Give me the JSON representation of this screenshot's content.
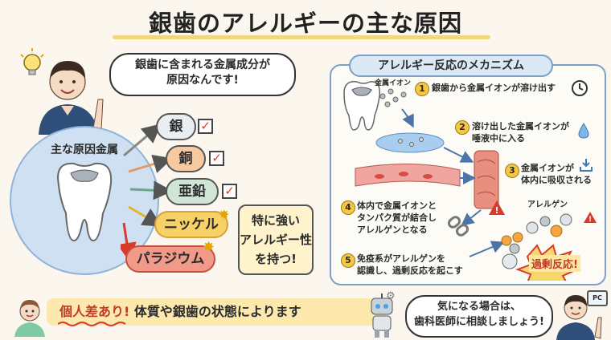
{
  "title": "銀歯のアレルギーの主な原因",
  "speech": {
    "line1": "銀歯に含まれる金属成分が",
    "line2": "原因なんです!"
  },
  "main_metals_label": "主な原因金属",
  "metals": [
    {
      "name": "銀",
      "checked": true
    },
    {
      "name": "銅",
      "checked": true
    },
    {
      "name": "亜鉛",
      "checked": true
    },
    {
      "name": "ニッケル",
      "checked": false
    },
    {
      "name": "パラジウム",
      "checked": false
    }
  ],
  "strong": {
    "line1": "特に強い",
    "line2": "アレルギー性",
    "line3": "を持つ!"
  },
  "mechanism": {
    "title": "アレルギー反応のメカニズム",
    "ion_label": "金属イオン",
    "allergen_label": "アレルゲン",
    "steps": [
      {
        "num": "1",
        "text": "銀歯から金属イオンが溶け出す"
      },
      {
        "num": "2",
        "line1": "溶け出した金属イオンが",
        "line2": "唾液中に入る"
      },
      {
        "num": "3",
        "line1": "金属イオンが",
        "line2": "体内に吸収される"
      },
      {
        "num": "4",
        "line1": "体内で金属イオンと",
        "line2": "タンパク質が結合し",
        "line3": "アレルゲンとなる"
      },
      {
        "num": "5",
        "line1": "免疫系がアレルゲンを",
        "line2": "認識し、過剰反応を起こす"
      }
    ],
    "overreaction": "過剰反応!"
  },
  "bottom": {
    "accent": "個人差あり!",
    "rest": " 体質や銀歯の状態によります"
  },
  "advice": {
    "line1": "気になる場合は、",
    "line2": "歯科医師に相談しましょう!"
  },
  "pc_label": "PC",
  "colors": {
    "silver": "#e9eef2",
    "copper": "#f6c9a0",
    "zinc": "#cfe6d6",
    "nickel": "#f7d066",
    "palladium": "#f29a8a",
    "panel_border": "#7fa0c4",
    "accent_red": "#d63b2b"
  }
}
